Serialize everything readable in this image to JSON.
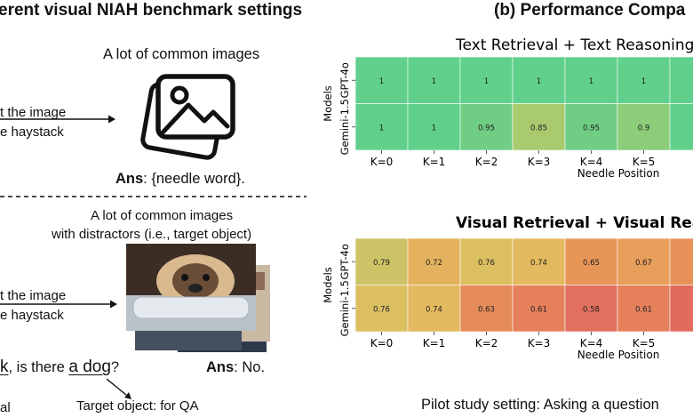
{
  "left": {
    "title": "erent visual NIAH benchmark settings",
    "top_caption": "A lot of common images",
    "insert_line1": "t the image",
    "insert_line2": "e haystack",
    "ans_top_label": "Ans",
    "ans_top_value": ": {needle word}.",
    "bottom_caption_line1": "A lot of common images",
    "bottom_caption_line2": "with distractors (i.e., target object)",
    "insert2_line1": "t the image",
    "insert2_line2": "e haystack",
    "question_prefix": "k",
    "question_mid": ", is there ",
    "question_target": "a dog",
    "question_end": "?",
    "ans_bottom_label": "Ans",
    "ans_bottom_value": ": No.",
    "bottom_left_fragment": "al",
    "target_note": "Target object: for QA"
  },
  "right": {
    "title": "(b) Performance Compa",
    "pilot_caption": "Pilot study setting: Asking a question",
    "icons": {
      "top": "image-stack-icon",
      "bottom": "pug-photo-stack"
    }
  },
  "chart_data": [
    {
      "type": "heatmap",
      "title": "Text Retrieval + Text Reasoning (G",
      "xlabel": "Needle Position",
      "ylabel": "Models",
      "categories": [
        "K=0",
        "K=1",
        "K=2",
        "K=3",
        "K=4",
        "K=5",
        "K"
      ],
      "rows": [
        "GPT-4o",
        "Gemini-1.5"
      ],
      "values": [
        [
          1,
          1,
          1,
          1,
          1,
          1,
          null
        ],
        [
          1,
          1,
          0.95,
          0.85,
          0.95,
          0.9,
          null
        ]
      ]
    },
    {
      "type": "heatmap",
      "title": "Visual Retrieval + Visual Reason",
      "xlabel": "Needle Position",
      "ylabel": "Models",
      "categories": [
        "K=0",
        "K=1",
        "K=2",
        "K=3",
        "K=4",
        "K=5",
        "K"
      ],
      "rows": [
        "GPT-4o",
        "Gemini-1.5"
      ],
      "values": [
        [
          0.79,
          0.72,
          0.76,
          0.74,
          0.65,
          0.67,
          null
        ],
        [
          0.76,
          0.74,
          0.63,
          0.61,
          0.58,
          0.61,
          null
        ]
      ],
      "partial_cells": [
        "0",
        "0"
      ]
    }
  ]
}
